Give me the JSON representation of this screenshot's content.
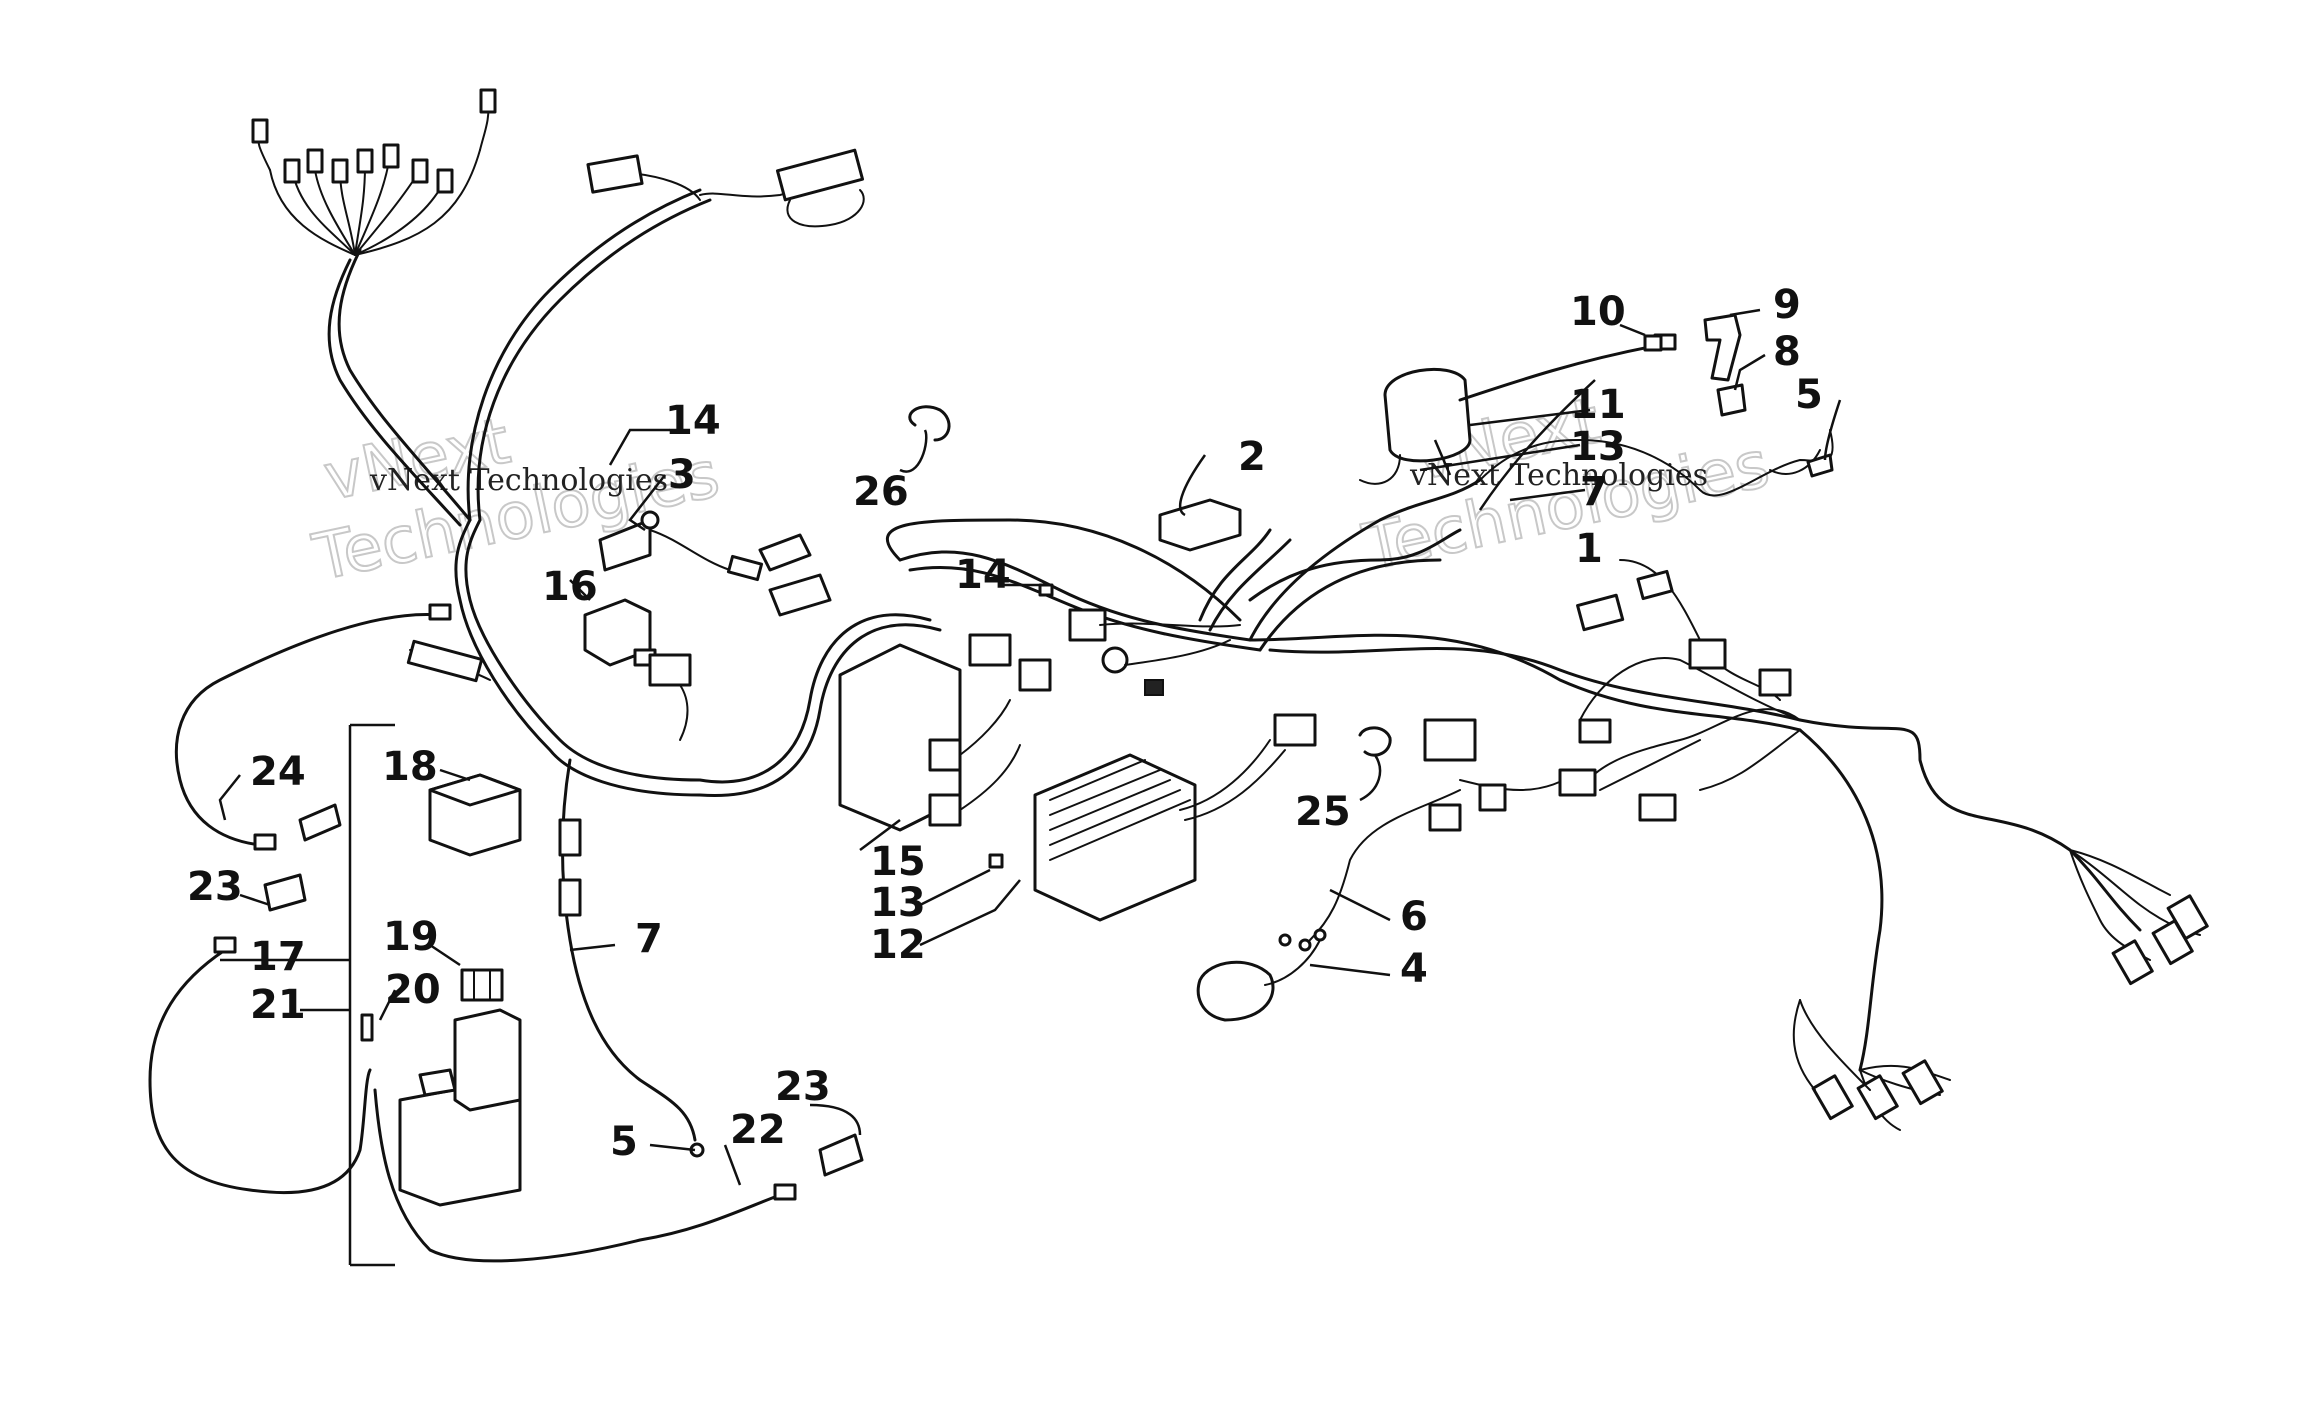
{
  "diagram": {
    "callouts": {
      "c1": "1",
      "c2": "2",
      "c3": "3",
      "c4": "4",
      "c5a": "5",
      "c5b": "5",
      "c6": "6",
      "c7a": "7",
      "c7b": "7",
      "c8": "8",
      "c9": "9",
      "c10": "10",
      "c11": "11",
      "c12": "12",
      "c13a": "13",
      "c13b": "13",
      "c14a": "14",
      "c14b": "14",
      "c15": "15",
      "c16": "16",
      "c17": "17",
      "c18": "18",
      "c19": "19",
      "c20": "20",
      "c21": "21",
      "c22": "22",
      "c23a": "23",
      "c23b": "23",
      "c24": "24",
      "c25": "25",
      "c26": "26"
    },
    "watermarks": {
      "left_small": "vNext Technologies",
      "right_small": "vNext Technologies",
      "left_big_1": "vNext",
      "left_big_2": "Technologies",
      "right_big_1": "vNext",
      "right_big_2": "Technologies"
    }
  }
}
